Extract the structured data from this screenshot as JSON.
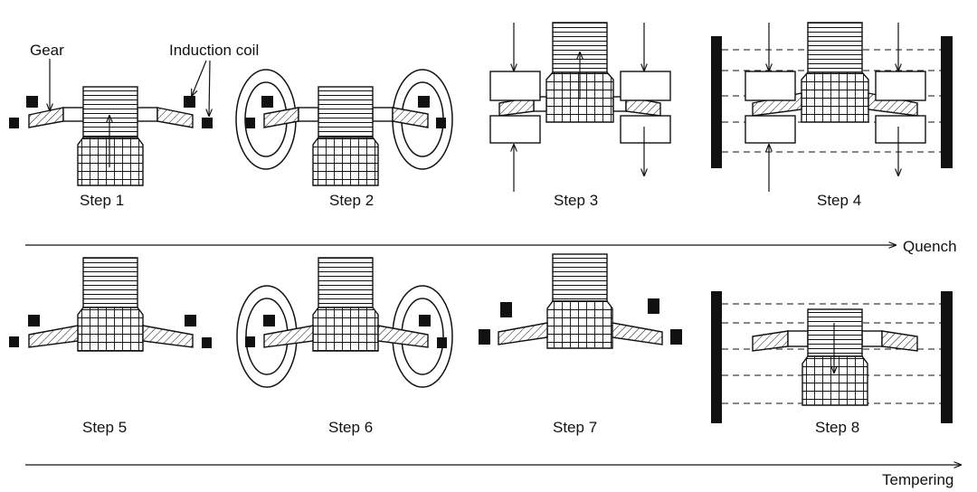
{
  "labels": {
    "gear": "Gear",
    "induction_coil": "Induction coil",
    "quench": "Quench",
    "tempering": "Tempering"
  },
  "steps": [
    {
      "label": "Step 1"
    },
    {
      "label": "Step 2"
    },
    {
      "label": "Step 3"
    },
    {
      "label": "Step 4"
    },
    {
      "label": "Step 5"
    },
    {
      "label": "Step 6"
    },
    {
      "label": "Step 7"
    },
    {
      "label": "Step 8"
    }
  ]
}
